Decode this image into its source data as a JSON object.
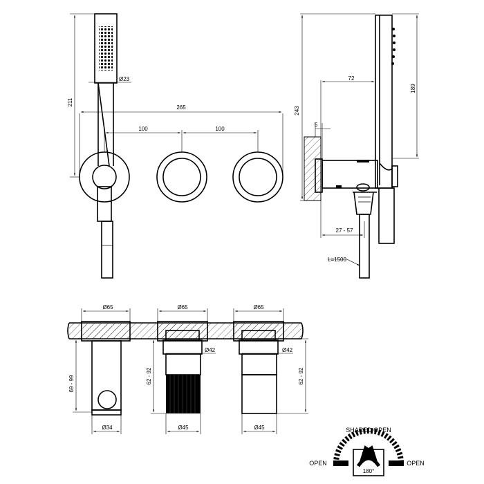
{
  "front_view": {
    "dim_handshower_height": "211",
    "dim_handshower_dia": "Ø23",
    "dim_total_width": "265",
    "dim_spacing_left": "100",
    "dim_spacing_right": "100"
  },
  "side_view": {
    "dim_total_height": "243",
    "dim_shower_height": "189",
    "dim_projection": "72",
    "dim_plate": "5",
    "dim_depth_range": "27 - 57",
    "hose_length": "L=1500"
  },
  "section_views": {
    "left": {
      "dim_plate_dia": "Ø65",
      "dim_depth": "69 - 99",
      "dim_body_dia": "Ø34"
    },
    "middle": {
      "dim_plate_dia": "Ø65",
      "dim_inner_dia": "Ø42",
      "dim_depth": "62 - 92",
      "dim_body_dia": "Ø45"
    },
    "right": {
      "dim_plate_dia": "Ø65",
      "dim_inner_dia": "Ø42",
      "dim_depth": "62 - 92",
      "dim_body_dia": "Ø45"
    }
  },
  "operation_diagram": {
    "top_label": "SHARED OPEN",
    "left_label": "OPEN",
    "right_label": "OPEN",
    "rotation_label": "180°"
  }
}
